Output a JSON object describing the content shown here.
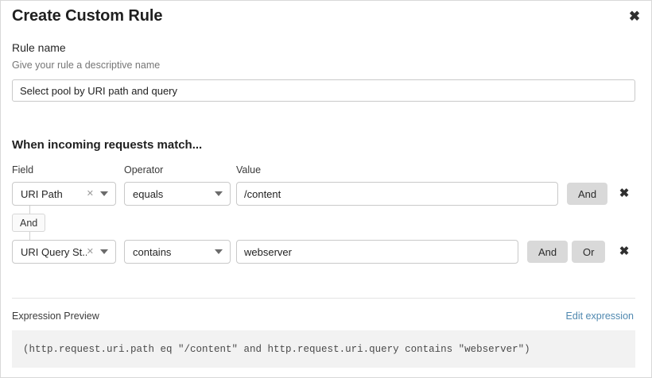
{
  "dialog": {
    "title": "Create Custom Rule",
    "close_icon": "close-icon"
  },
  "rule_name": {
    "label": "Rule name",
    "help": "Give your rule a descriptive name",
    "value": "Select pool by URI path and query",
    "placeholder": "Select pool by URI path and query"
  },
  "conditions": {
    "heading": "When incoming requests match...",
    "columns": {
      "field": "Field",
      "operator": "Operator",
      "value": "Value"
    },
    "connector": {
      "label": "And"
    },
    "rows": [
      {
        "field": "URI Path",
        "operator": "equals",
        "value": "/content",
        "value_placeholder": "/content",
        "buttons": [
          "And"
        ],
        "remove_icon": "close-icon"
      },
      {
        "field": "URI Query St...",
        "operator": "contains",
        "value": "webserver",
        "value_placeholder": "webserver",
        "buttons": [
          "And",
          "Or"
        ],
        "remove_icon": "close-icon"
      }
    ],
    "clear_icon": "clear-x-icon",
    "caret_icon": "chevron-down-icon"
  },
  "expression": {
    "label": "Expression Preview",
    "edit_link": "Edit expression",
    "code": "(http.request.uri.path eq \"/content\" and http.request.uri.query contains \"webserver\")"
  },
  "colors": {
    "link": "#5089b0",
    "button_bg": "#d9d9d9",
    "code_bg": "#f2f2f2",
    "border": "#c9c9c9"
  }
}
